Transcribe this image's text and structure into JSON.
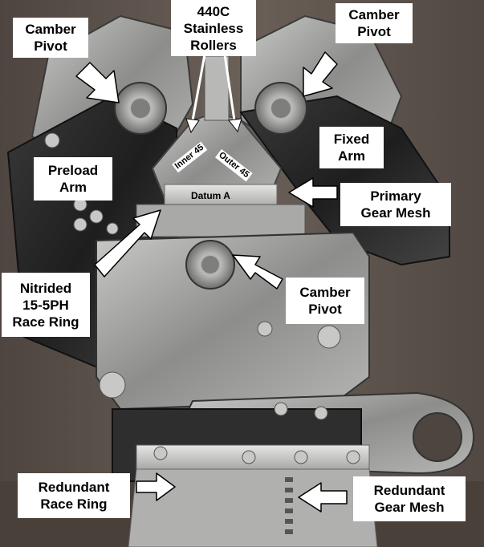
{
  "callouts": {
    "camber_pivot_top_left": [
      "Camber",
      "Pivot"
    ],
    "rollers": [
      "440C",
      "Stainless",
      "Rollers"
    ],
    "camber_pivot_top_right": [
      "Camber",
      "Pivot"
    ],
    "fixed_arm": [
      "Fixed",
      "Arm"
    ],
    "preload_arm": [
      "Preload",
      "Arm"
    ],
    "primary_gear_mesh": [
      "Primary",
      "Gear Mesh"
    ],
    "nitrided_race_ring": [
      "Nitrided",
      "15-5PH",
      "Race Ring"
    ],
    "camber_pivot_center": [
      "Camber",
      "Pivot"
    ],
    "redundant_race_ring": [
      "Redundant",
      "Race Ring"
    ],
    "redundant_gear_mesh": [
      "Redundant",
      "Gear Mesh"
    ]
  },
  "inline_labels": {
    "inner_roller": "Inner 45",
    "outer_roller": "Outer 45",
    "datum": "Datum A"
  },
  "colors": {
    "background": "#5a5048",
    "metal": "#9a9a98",
    "dark_metal": "#2b2b2b",
    "callout_fill": "#ffffff",
    "text": "#000000"
  }
}
